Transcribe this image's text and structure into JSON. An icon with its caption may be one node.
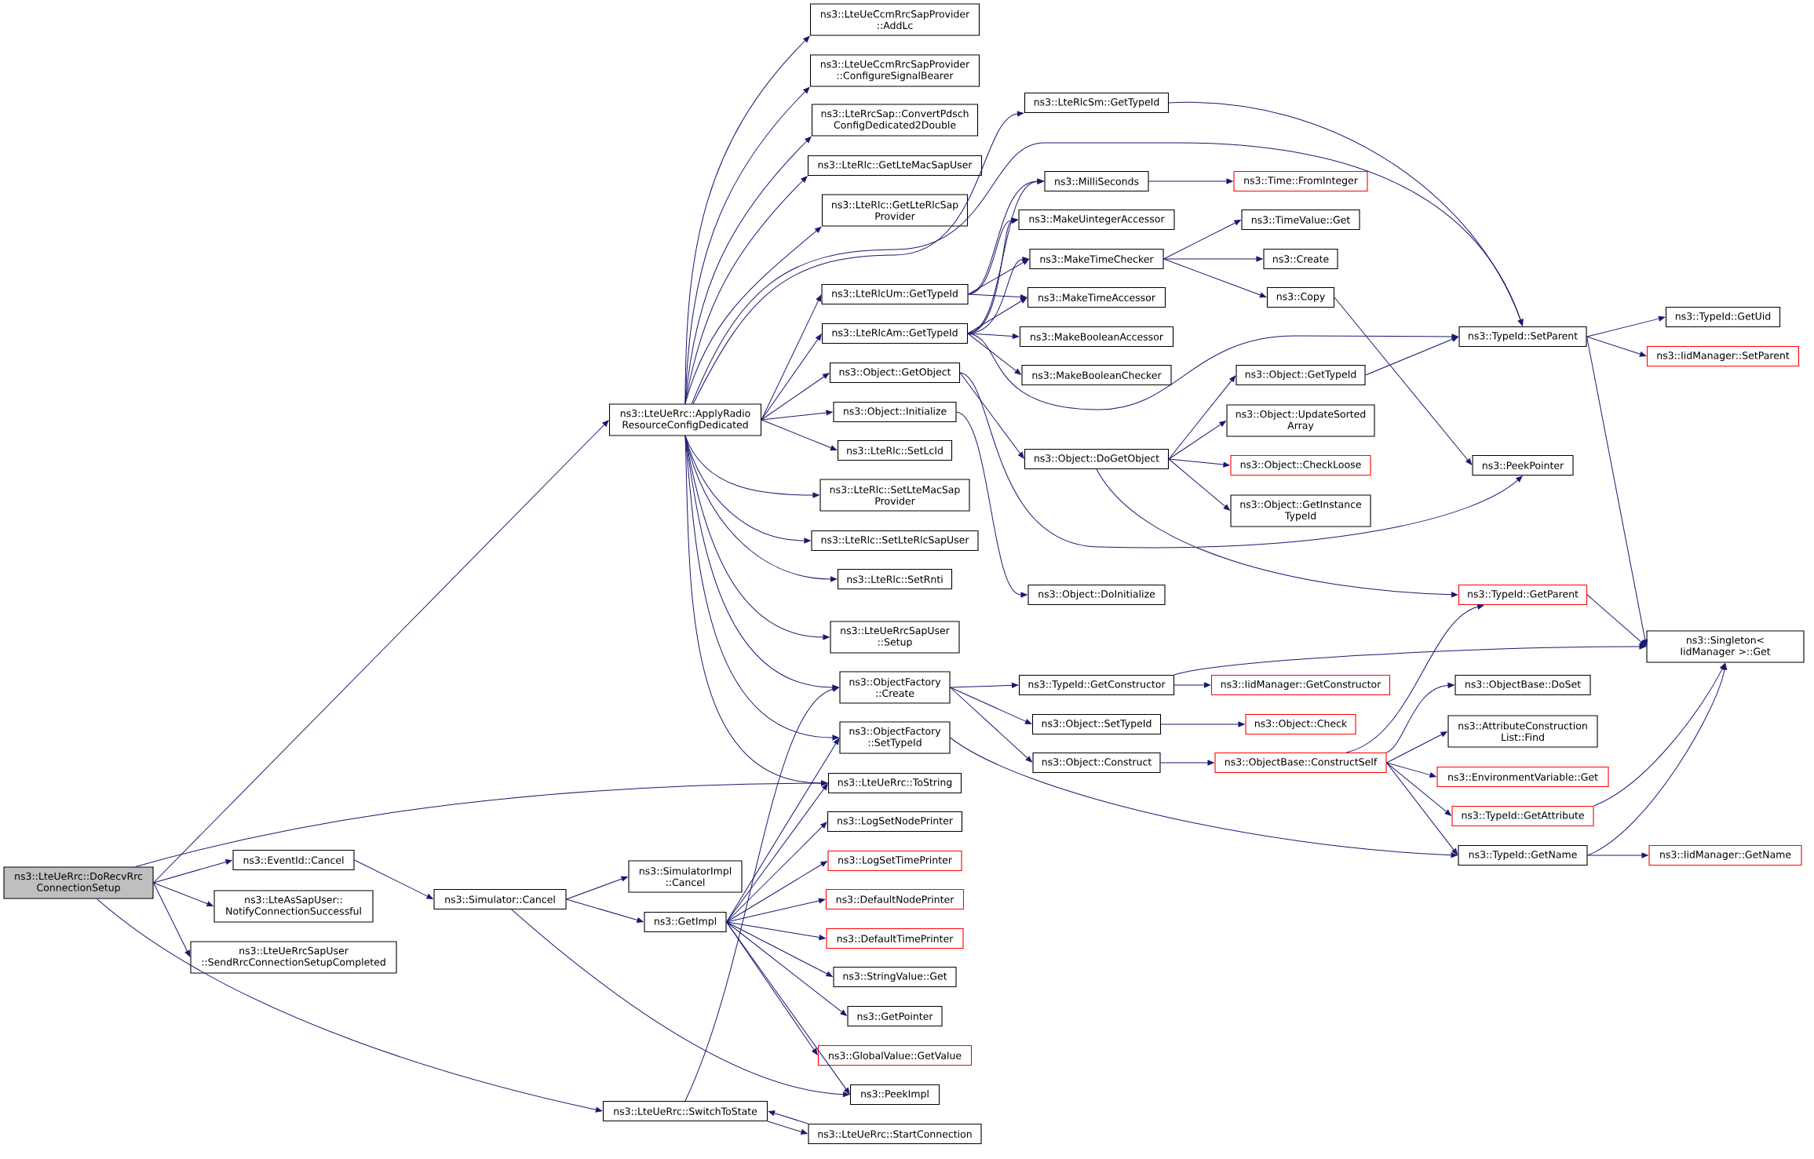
{
  "diagram": {
    "nodes": [
      {
        "text": [
          "ns3::LteUeRrc::DoRecvRrc ConnectionSetup"
        ]
      },
      {
        "text": [
          "ns3::LteUeRrc::ApplyRadio ResourceConfigDedicated"
        ]
      },
      {
        "text": [
          "ns3::LteUeCcmRrcSapProvider ::AddLc"
        ]
      },
      {
        "text": [
          "ns3::LteUeCcmRrcSapProvider ::ConfigureSignalBearer"
        ]
      },
      {
        "text": [
          "ns3::LteRrcSap::ConvertPdsch ConfigDedicated2Double"
        ]
      },
      {
        "text": [
          "ns3::LteRlc::GetLteMacSapUser"
        ]
      },
      {
        "text": [
          "ns3::LteRlc::GetLteRlcSap Provider"
        ]
      },
      {
        "text": [
          "ns3::LteRlcUm::GetTypeId"
        ]
      },
      {
        "text": [
          "ns3::LteRlcAm::GetTypeId"
        ]
      },
      {
        "text": [
          "ns3::Object::GetObject"
        ]
      },
      {
        "text": [
          "ns3::Object::Initialize"
        ]
      },
      {
        "text": [
          "ns3::LteRlc::SetLcId"
        ]
      },
      {
        "text": [
          "ns3::LteRlc::SetLteMacSap Provider"
        ]
      },
      {
        "text": [
          "ns3::LteRlc::SetLteRlcSapUser"
        ]
      },
      {
        "text": [
          "ns3::LteRlc::SetRnti"
        ]
      },
      {
        "text": [
          "ns3::LteUeRrcSapUser ::Setup"
        ]
      },
      {
        "text": [
          "ns3::ObjectFactory ::Create"
        ]
      },
      {
        "text": [
          "ns3::ObjectFactory ::SetTypeId"
        ]
      },
      {
        "text": [
          "ns3::LteUeRrc::ToString"
        ]
      },
      {
        "text": [
          "ns3::LogSetNodePrinter"
        ]
      },
      {
        "text": [
          "ns3::LogSetTimePrinter"
        ]
      },
      {
        "text": [
          "ns3::DefaultNodePrinter"
        ]
      },
      {
        "text": [
          "ns3::DefaultTimePrinter"
        ]
      },
      {
        "text": [
          "ns3::StringValue::Get"
        ]
      },
      {
        "text": [
          "ns3::GetPointer"
        ]
      },
      {
        "text": [
          "ns3::GlobalValue::GetValue"
        ]
      },
      {
        "text": [
          "ns3::PeekImpl"
        ]
      },
      {
        "text": [
          "ns3::LteUeRrc::StartConnection"
        ]
      },
      {
        "text": [
          "ns3::EventId::Cancel"
        ]
      },
      {
        "text": [
          "ns3::LteAsSapUser:: NotifyConnectionSuccessful"
        ]
      },
      {
        "text": [
          "ns3::LteUeRrcSapUser ::SendRrcConnectionSetupCompleted"
        ]
      },
      {
        "text": [
          "ns3::Simulator::Cancel"
        ]
      },
      {
        "text": [
          "ns3::SimulatorImpl ::Cancel"
        ]
      },
      {
        "text": [
          "ns3::GetImpl"
        ]
      },
      {
        "text": [
          "ns3::LteUeRrc::SwitchToState"
        ]
      },
      {
        "text": [
          "ns3::LteRlcSm::GetTypeId"
        ]
      },
      {
        "text": [
          "ns3::MilliSeconds"
        ]
      },
      {
        "text": [
          "ns3::MakeUintegerAccessor"
        ]
      },
      {
        "text": [
          "ns3::MakeTimeChecker"
        ]
      },
      {
        "text": [
          "ns3::MakeTimeAccessor"
        ]
      },
      {
        "text": [
          "ns3::MakeBooleanAccessor"
        ]
      },
      {
        "text": [
          "ns3::MakeBooleanChecker"
        ]
      },
      {
        "text": [
          "ns3::Object::DoGetObject"
        ]
      },
      {
        "text": [
          "ns3::Object::DoInitialize"
        ]
      },
      {
        "text": [
          "ns3::TypeId::GetConstructor"
        ]
      },
      {
        "text": [
          "ns3::Object::SetTypeId"
        ]
      },
      {
        "text": [
          "ns3::Object::Construct"
        ]
      },
      {
        "text": [
          "ns3::Time::FromInteger"
        ]
      },
      {
        "text": [
          "ns3::TimeValue::Get"
        ]
      },
      {
        "text": [
          "ns3::Create"
        ]
      },
      {
        "text": [
          "ns3::Copy"
        ]
      },
      {
        "text": [
          "ns3::Object::GetTypeId"
        ]
      },
      {
        "text": [
          "ns3::Object::UpdateSorted Array"
        ]
      },
      {
        "text": [
          "ns3::Object::CheckLoose"
        ]
      },
      {
        "text": [
          "ns3::Object::GetInstance TypeId"
        ]
      },
      {
        "text": [
          "ns3::IidManager::GetConstructor"
        ]
      },
      {
        "text": [
          "ns3::Object::Check"
        ]
      },
      {
        "text": [
          "ns3::ObjectBase::ConstructSelf"
        ]
      },
      {
        "text": [
          "ns3::TypeId::SetParent"
        ]
      },
      {
        "text": [
          "ns3::PeekPointer"
        ]
      },
      {
        "text": [
          "ns3::TypeId::GetParent"
        ]
      },
      {
        "text": [
          "ns3::ObjectBase::DoSet"
        ]
      },
      {
        "text": [
          "ns3::AttributeConstruction List::Find"
        ]
      },
      {
        "text": [
          "ns3::EnvironmentVariable::Get"
        ]
      },
      {
        "text": [
          "ns3::TypeId::GetAttribute"
        ]
      },
      {
        "text": [
          "ns3::TypeId::GetName"
        ]
      },
      {
        "text": [
          "ns3::TypeId::GetUid"
        ]
      },
      {
        "text": [
          "ns3::IidManager::SetParent"
        ]
      },
      {
        "text": [
          "ns3::Singleton< IidManager >::Get"
        ]
      },
      {
        "text": [
          "ns3::IidManager::GetName"
        ]
      }
    ],
    "edges": [
      {
        "from": 0,
        "to": 1,
        "arrow": "to"
      },
      {
        "from": 0,
        "to": 18,
        "arrow": "to"
      },
      {
        "from": 0,
        "to": 28,
        "arrow": "to"
      },
      {
        "from": 0,
        "to": 29,
        "arrow": "to"
      },
      {
        "from": 0,
        "to": 30,
        "arrow": "to"
      },
      {
        "from": 0,
        "to": 34,
        "arrow": "to"
      },
      {
        "from": 1,
        "to": 2,
        "arrow": "to"
      },
      {
        "from": 1,
        "to": 3,
        "arrow": "to"
      },
      {
        "from": 1,
        "to": 4,
        "arrow": "to"
      },
      {
        "from": 1,
        "to": 5,
        "arrow": "to"
      },
      {
        "from": 1,
        "to": 6,
        "arrow": "to"
      },
      {
        "from": 1,
        "to": 35,
        "arrow": "to"
      },
      {
        "from": 1,
        "to": 58,
        "arrow": "to"
      },
      {
        "from": 1,
        "to": 7,
        "arrow": "to"
      },
      {
        "from": 1,
        "to": 8,
        "arrow": "to"
      },
      {
        "from": 1,
        "to": 9,
        "arrow": "to"
      },
      {
        "from": 1,
        "to": 10,
        "arrow": "to"
      },
      {
        "from": 1,
        "to": 11,
        "arrow": "to"
      },
      {
        "from": 1,
        "to": 12,
        "arrow": "to"
      },
      {
        "from": 1,
        "to": 13,
        "arrow": "to"
      },
      {
        "from": 1,
        "to": 14,
        "arrow": "to"
      },
      {
        "from": 1,
        "to": 15,
        "arrow": "to"
      },
      {
        "from": 1,
        "to": 16,
        "arrow": "to"
      },
      {
        "from": 1,
        "to": 17,
        "arrow": "to"
      },
      {
        "from": 1,
        "to": 18,
        "arrow": "to"
      },
      {
        "from": 7,
        "to": 36,
        "arrow": "to"
      },
      {
        "from": 7,
        "to": 37,
        "arrow": "to"
      },
      {
        "from": 7,
        "to": 38,
        "arrow": "to"
      },
      {
        "from": 7,
        "to": 39,
        "arrow": "to"
      },
      {
        "from": 8,
        "to": 36,
        "arrow": "to"
      },
      {
        "from": 8,
        "to": 37,
        "arrow": "to"
      },
      {
        "from": 8,
        "to": 38,
        "arrow": "to"
      },
      {
        "from": 8,
        "to": 39,
        "arrow": "to"
      },
      {
        "from": 8,
        "to": 40,
        "arrow": "to"
      },
      {
        "from": 8,
        "to": 41,
        "arrow": "to"
      },
      {
        "from": 8,
        "to": 58,
        "arrow": "to"
      },
      {
        "from": 9,
        "to": 42,
        "arrow": "to"
      },
      {
        "from": 9,
        "to": 59,
        "arrow": "to"
      },
      {
        "from": 10,
        "to": 43,
        "arrow": "to"
      },
      {
        "from": 35,
        "to": 58,
        "arrow": "to"
      },
      {
        "from": 36,
        "to": 47,
        "arrow": "to"
      },
      {
        "from": 38,
        "to": 48,
        "arrow": "to"
      },
      {
        "from": 38,
        "to": 49,
        "arrow": "to"
      },
      {
        "from": 38,
        "to": 50,
        "arrow": "to"
      },
      {
        "from": 50,
        "to": 59,
        "arrow": "to"
      },
      {
        "from": 42,
        "to": 51,
        "arrow": "to"
      },
      {
        "from": 42,
        "to": 52,
        "arrow": "to"
      },
      {
        "from": 42,
        "to": 53,
        "arrow": "to"
      },
      {
        "from": 42,
        "to": 54,
        "arrow": "to"
      },
      {
        "from": 42,
        "to": 60,
        "arrow": "to"
      },
      {
        "from": 51,
        "to": 58,
        "arrow": "to"
      },
      {
        "from": 58,
        "to": 66,
        "arrow": "to"
      },
      {
        "from": 58,
        "to": 67,
        "arrow": "to"
      },
      {
        "from": 58,
        "to": 68,
        "arrow": "to"
      },
      {
        "from": 60,
        "to": 68,
        "arrow": "to"
      },
      {
        "from": 16,
        "to": 44,
        "arrow": "to"
      },
      {
        "from": 16,
        "to": 45,
        "arrow": "to"
      },
      {
        "from": 16,
        "to": 46,
        "arrow": "to"
      },
      {
        "from": 17,
        "to": 65,
        "arrow": "to"
      },
      {
        "from": 44,
        "to": 55,
        "arrow": "to"
      },
      {
        "from": 44,
        "to": 68,
        "arrow": "to"
      },
      {
        "from": 45,
        "to": 56,
        "arrow": "to"
      },
      {
        "from": 46,
        "to": 57,
        "arrow": "to"
      },
      {
        "from": 57,
        "to": 60,
        "arrow": "to"
      },
      {
        "from": 57,
        "to": 61,
        "arrow": "to"
      },
      {
        "from": 57,
        "to": 62,
        "arrow": "to"
      },
      {
        "from": 57,
        "to": 63,
        "arrow": "to"
      },
      {
        "from": 57,
        "to": 64,
        "arrow": "to"
      },
      {
        "from": 57,
        "to": 65,
        "arrow": "to"
      },
      {
        "from": 64,
        "to": 68,
        "arrow": "to"
      },
      {
        "from": 65,
        "to": 68,
        "arrow": "to"
      },
      {
        "from": 65,
        "to": 69,
        "arrow": "to"
      },
      {
        "from": 28,
        "to": 31,
        "arrow": "to"
      },
      {
        "from": 31,
        "to": 32,
        "arrow": "to"
      },
      {
        "from": 31,
        "to": 33,
        "arrow": "to"
      },
      {
        "from": 31,
        "to": 26,
        "arrow": "to"
      },
      {
        "from": 33,
        "to": 17,
        "arrow": "to"
      },
      {
        "from": 33,
        "to": 18,
        "arrow": "to"
      },
      {
        "from": 33,
        "to": 19,
        "arrow": "to"
      },
      {
        "from": 33,
        "to": 20,
        "arrow": "to"
      },
      {
        "from": 33,
        "to": 21,
        "arrow": "to"
      },
      {
        "from": 33,
        "to": 22,
        "arrow": "to"
      },
      {
        "from": 33,
        "to": 23,
        "arrow": "to"
      },
      {
        "from": 33,
        "to": 24,
        "arrow": "to"
      },
      {
        "from": 33,
        "to": 25,
        "arrow": "to"
      },
      {
        "from": 33,
        "to": 26,
        "arrow": "to"
      },
      {
        "from": 34,
        "to": 16,
        "arrow": "to"
      },
      {
        "from": 34,
        "to": 27,
        "arrow": "to"
      },
      {
        "from": 27,
        "to": 34,
        "arrow": "to"
      }
    ]
  }
}
